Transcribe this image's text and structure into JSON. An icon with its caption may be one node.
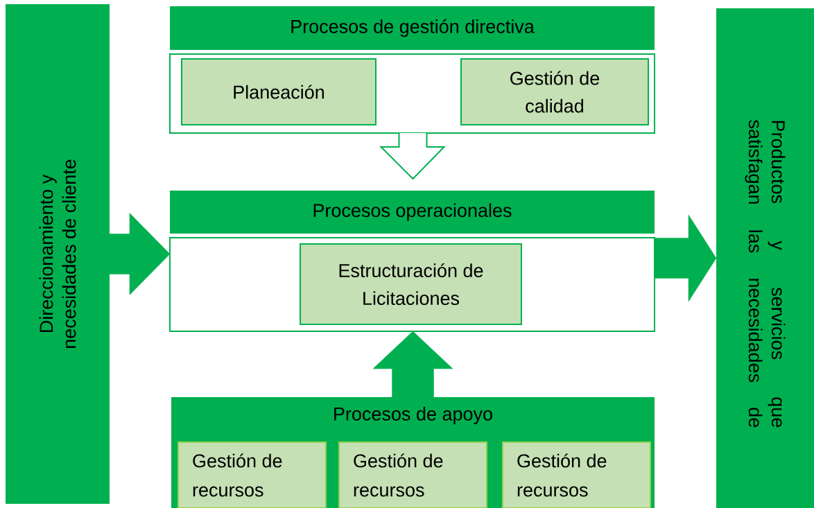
{
  "diagram": {
    "nodes": [
      {
        "text": [
          "Direccionamiento y necesidades de cliente"
        ]
      },
      {
        "text": [
          "Procesos de gestión directiva"
        ]
      },
      {
        "text": [],
        "shape": "box"
      },
      {
        "text": [
          "Planeación"
        ],
        "in": 2
      },
      {
        "text": [
          "Gestión de calidad"
        ],
        "in": 2
      },
      {
        "text": [
          "Procesos operacionales"
        ]
      },
      {
        "text": [],
        "shape": "box"
      },
      {
        "text": [
          "Estructuración de Licitaciones"
        ],
        "in": 6
      },
      {
        "text": [
          "Procesos de apoyo"
        ]
      },
      {
        "text": [
          "Gestión de recursos"
        ],
        "in": 8
      },
      {
        "text": [
          "Gestión de recursos"
        ],
        "in": 8
      },
      {
        "text": [
          "Gestión de recursos"
        ],
        "in": 8
      },
      {
        "text": [
          "Productos y servicios que satisfagan las necesidades de"
        ]
      }
    ],
    "edges": [
      {
        "from": 0,
        "to": 6,
        "arrow": "to"
      },
      {
        "from": 2,
        "to": 5,
        "arrow": "to"
      },
      {
        "from": 8,
        "to": 6,
        "arrow": "to"
      },
      {
        "from": 6,
        "to": 12,
        "arrow": "to"
      }
    ]
  }
}
